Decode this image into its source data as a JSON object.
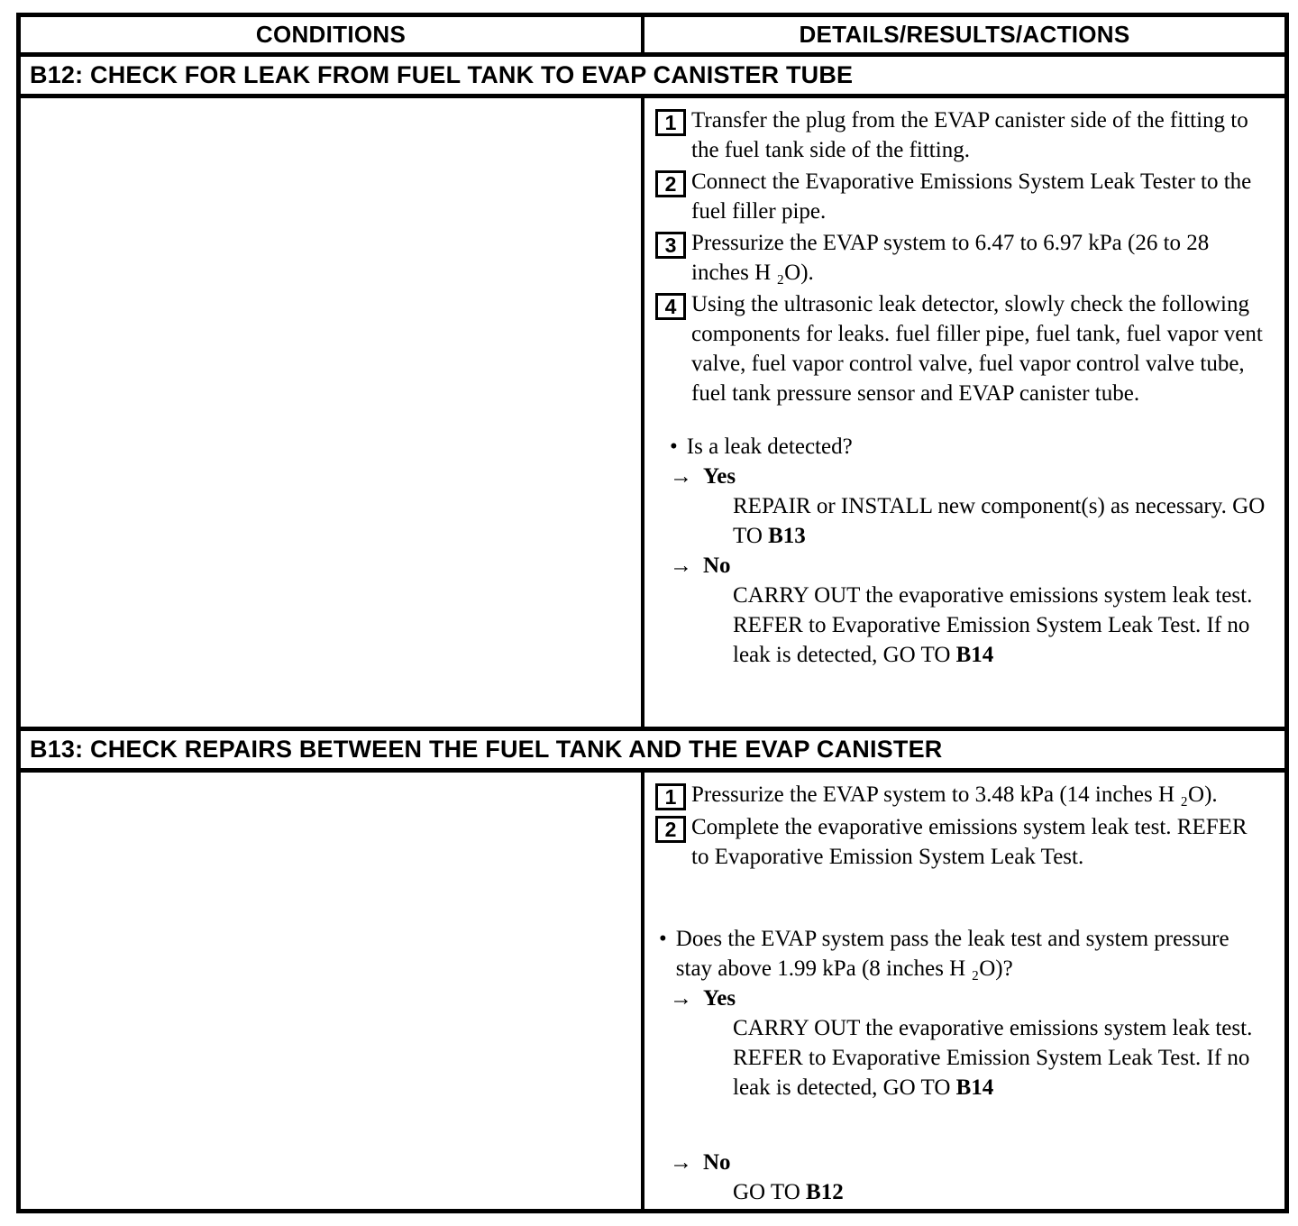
{
  "icons": {
    "bullet": "•",
    "arrow": "→"
  },
  "table": {
    "header": {
      "conditions": "CONDITIONS",
      "details": "DETAILS/RESULTS/ACTIONS"
    },
    "sections": [
      {
        "title": "B12: CHECK FOR LEAK FROM FUEL TANK TO EVAP CANISTER TUBE",
        "steps": [
          {
            "num": "1",
            "text": "Transfer the plug from the EVAP canister side of the fitting to the fuel tank side of the fitting."
          },
          {
            "num": "2",
            "text": "Connect the Evaporative Emissions System Leak Tester to the fuel filler pipe."
          },
          {
            "num": "3",
            "text": "Pressurize the EVAP system to 6.47 to 6.97 kPa (26 to 28 inches H ₂O)."
          },
          {
            "num": "4",
            "text": "Using the ultrasonic leak detector, slowly check the following components for leaks. fuel filler pipe, fuel tank, fuel vapor vent valve, fuel vapor control valve, fuel vapor control valve tube, fuel tank pressure sensor and EVAP canister tube."
          }
        ],
        "question": "Is a leak detected?",
        "branches": [
          {
            "label": "Yes",
            "action": [
              {
                "text": "REPAIR or INSTALL new component(s) as necessary. GO TO ",
                "bold": false
              },
              {
                "text": "B13",
                "bold": true
              }
            ]
          },
          {
            "label": "No",
            "action": [
              {
                "text": "CARRY OUT the evaporative emissions system leak test. REFER to Evaporative Emission System Leak Test.  If no leak is detected, GO TO ",
                "bold": false
              },
              {
                "text": "B14",
                "bold": true
              }
            ]
          }
        ]
      },
      {
        "title": "B13: CHECK REPAIRS BETWEEN THE FUEL TANK AND THE EVAP CANISTER",
        "steps": [
          {
            "num": "1",
            "text": "Pressurize the EVAP system to 3.48 kPa (14 inches H ₂O)."
          },
          {
            "num": "2",
            "text": "Complete the evaporative emissions system leak test. REFER to Evaporative Emission System Leak Test."
          }
        ],
        "question": "Does the EVAP system pass the leak test and system pressure stay above 1.99 kPa (8 inches H ₂O)?",
        "branches": [
          {
            "label": "Yes",
            "action": [
              {
                "text": "CARRY OUT the evaporative emissions system leak test. REFER to Evaporative Emission System Leak Test. If no leak is detected, GO TO ",
                "bold": false
              },
              {
                "text": "B14",
                "bold": true
              }
            ]
          },
          {
            "label": "No",
            "action": [
              {
                "text": "GO TO ",
                "bold": false
              },
              {
                "text": "B12",
                "bold": true
              }
            ]
          }
        ]
      }
    ]
  }
}
